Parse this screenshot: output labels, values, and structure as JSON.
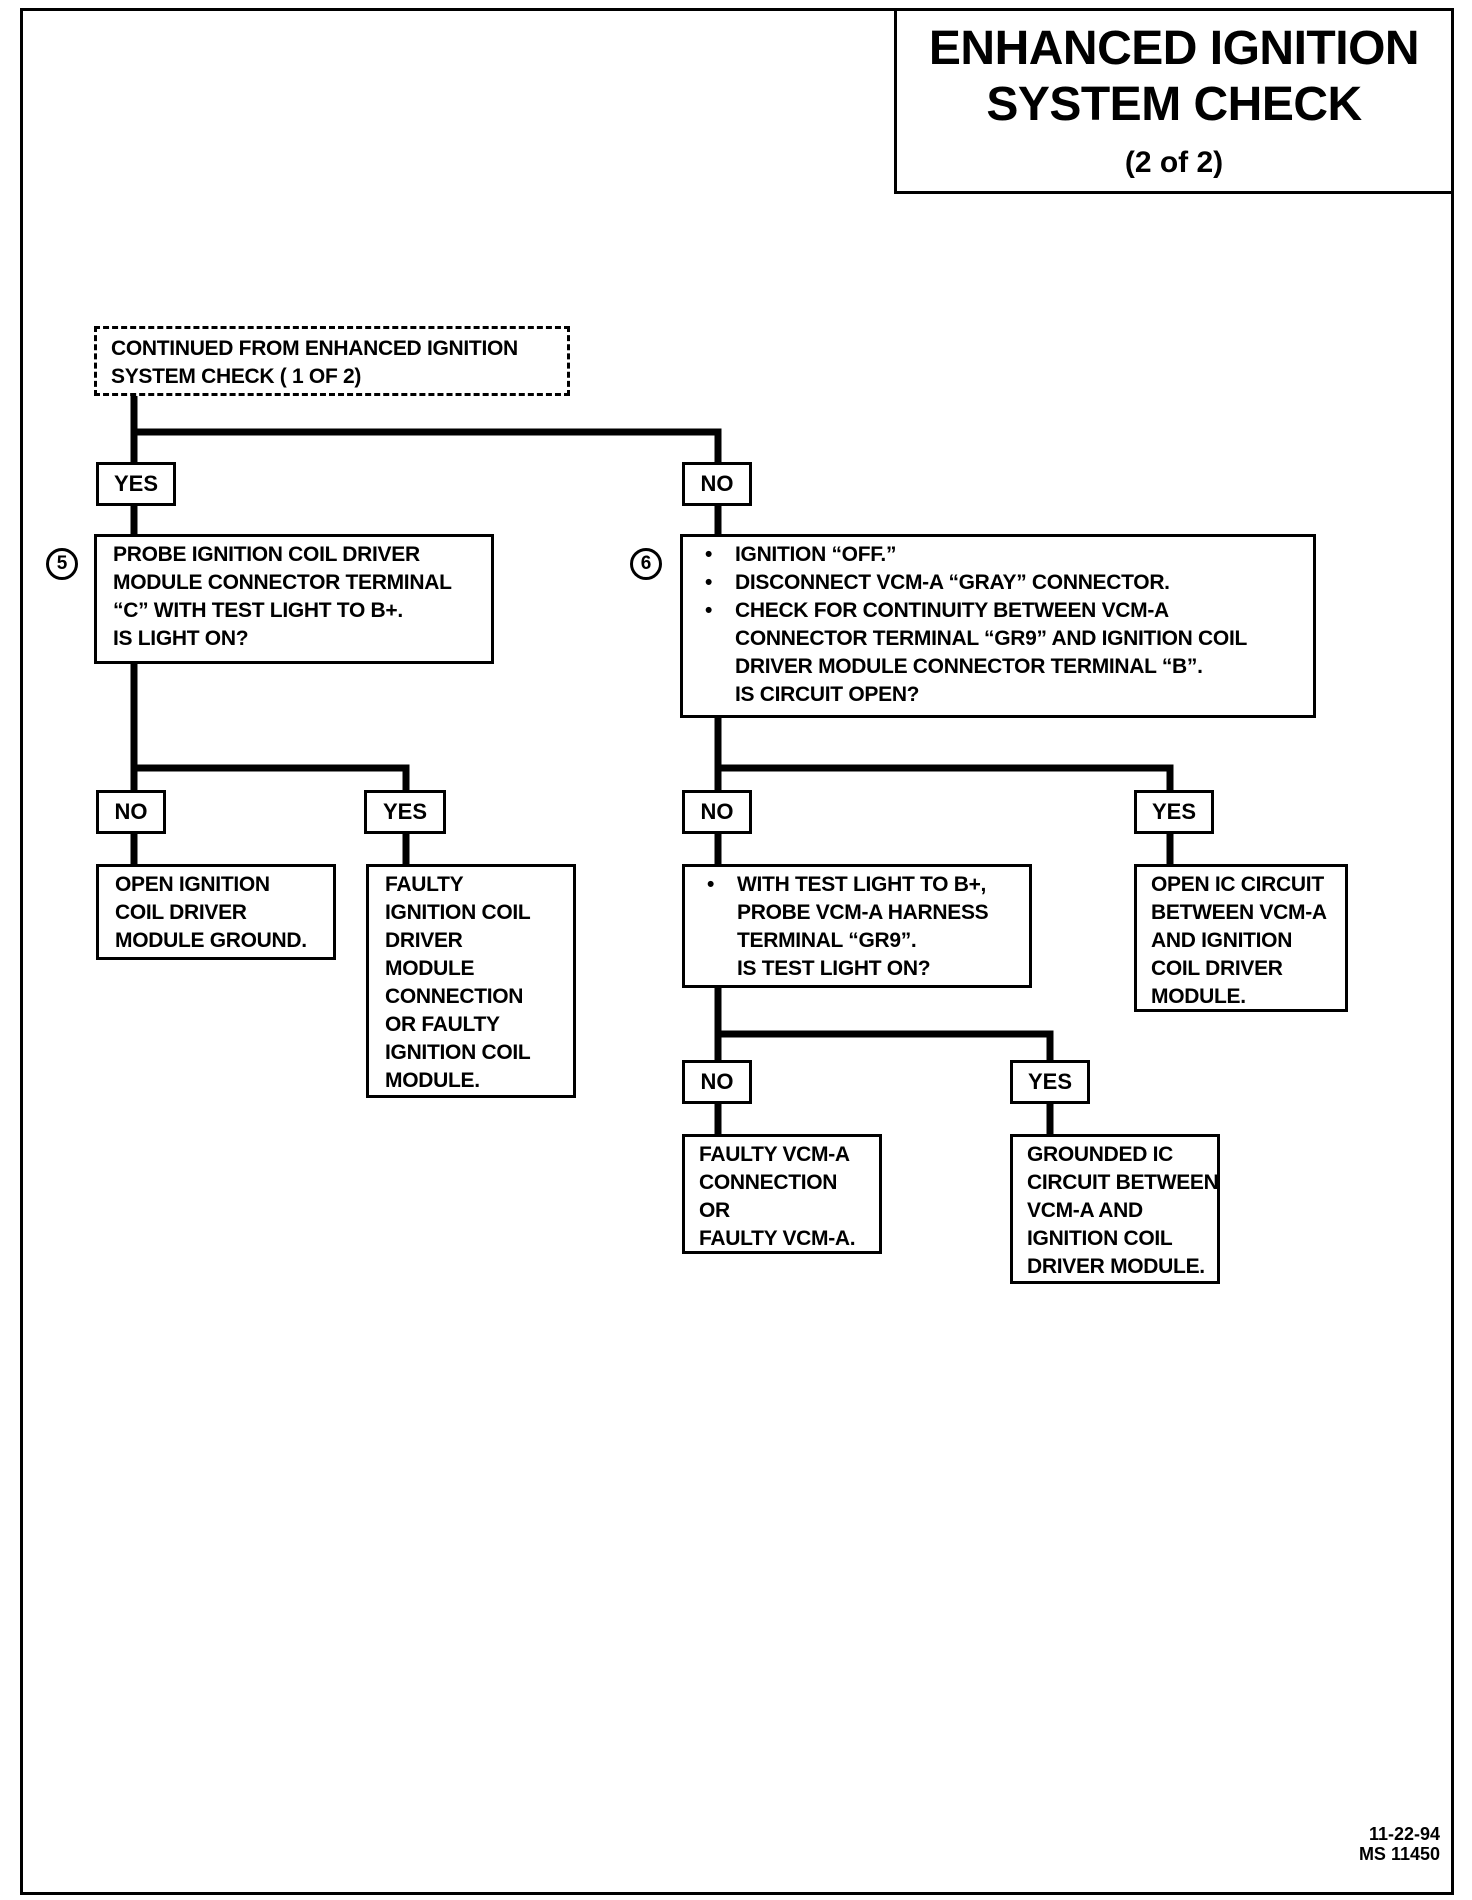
{
  "title": {
    "line1": "ENHANCED IGNITION",
    "line2": "SYSTEM CHECK",
    "line3": "(2 of 2)"
  },
  "start": {
    "lines": [
      "CONTINUED FROM ENHANCED IGNITION",
      "SYSTEM CHECK ( 1 OF 2)"
    ]
  },
  "labels": {
    "yes": "YES",
    "no": "NO"
  },
  "step5": {
    "number": "5",
    "lines": [
      "PROBE IGNITION COIL DRIVER",
      "MODULE CONNECTOR TERMINAL",
      "“C” WITH TEST LIGHT TO B+.",
      "IS LIGHT ON?"
    ]
  },
  "step6": {
    "number": "6",
    "bullets": [
      [
        "IGNITION “OFF.”"
      ],
      [
        "DISCONNECT VCM-A “GRAY” CONNECTOR."
      ],
      [
        "CHECK FOR CONTINUITY BETWEEN VCM-A",
        "CONNECTOR TERMINAL “GR9” AND IGNITION COIL",
        "DRIVER MODULE CONNECTOR TERMINAL “B”."
      ]
    ],
    "question": "IS CIRCUIT OPEN?"
  },
  "result_open_ground": {
    "lines": [
      "OPEN IGNITION",
      "COIL DRIVER",
      "MODULE GROUND."
    ]
  },
  "result_faulty_module": {
    "lines": [
      "FAULTY",
      "IGNITION COIL",
      "DRIVER",
      "MODULE",
      "CONNECTION",
      "OR FAULTY",
      "IGNITION COIL",
      "MODULE."
    ]
  },
  "probe_vcm": {
    "bullet": [
      "WITH TEST LIGHT TO B+,",
      "PROBE VCM-A HARNESS",
      "TERMINAL “GR9”."
    ],
    "question": "IS TEST LIGHT ON?"
  },
  "result_open_ic": {
    "lines": [
      "OPEN IC CIRCUIT",
      "BETWEEN VCM-A",
      "AND IGNITION",
      "COIL DRIVER",
      "MODULE."
    ]
  },
  "result_faulty_vcm": {
    "lines": [
      "FAULTY VCM-A",
      "CONNECTION",
      "OR",
      "FAULTY VCM-A."
    ]
  },
  "result_grounded_ic": {
    "lines": [
      "GROUNDED IC",
      "CIRCUIT BETWEEN",
      "VCM-A AND",
      "IGNITION COIL",
      "DRIVER MODULE."
    ]
  },
  "footer": {
    "date": "11-22-94",
    "code": "MS 11450"
  }
}
